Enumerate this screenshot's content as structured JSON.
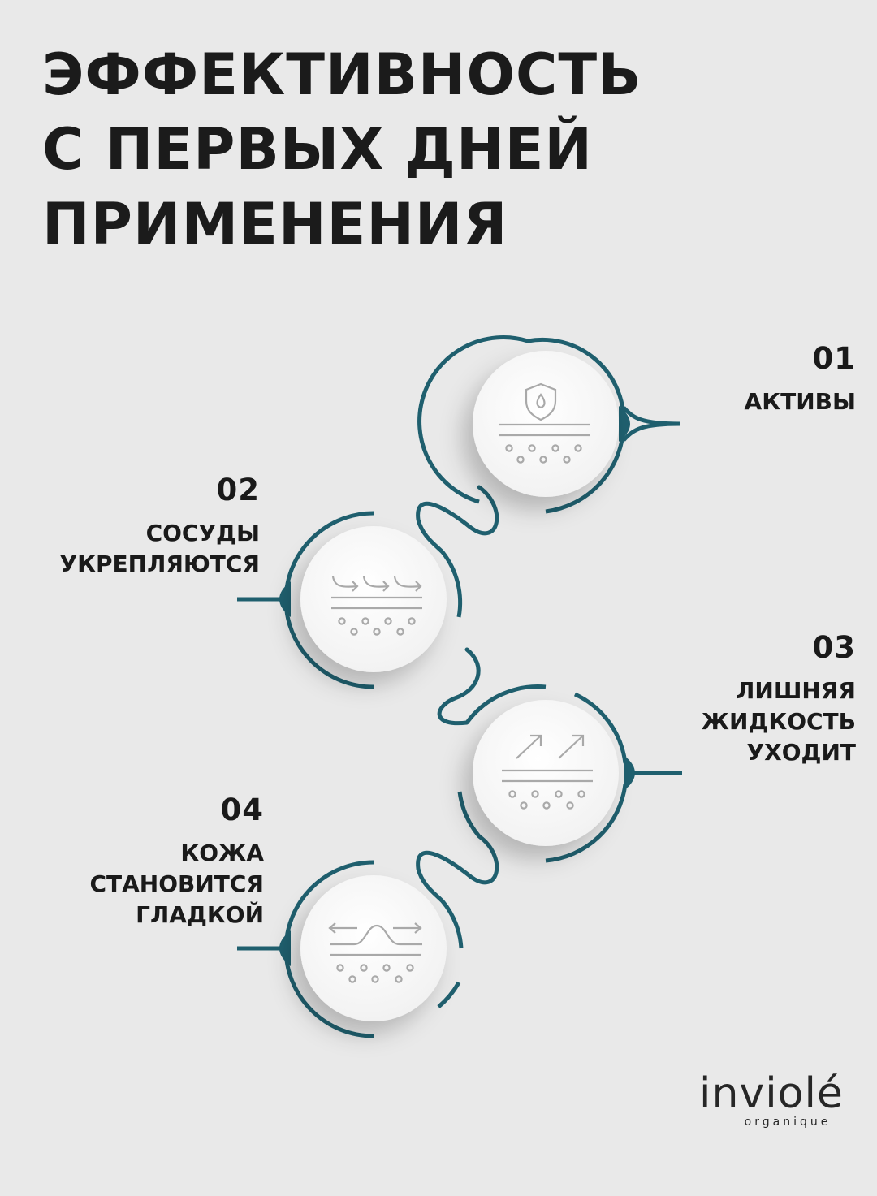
{
  "title": {
    "line1": "ЭФФЕКТИВНОСТЬ",
    "line2": "С ПЕРВЫХ ДНЕЙ",
    "line3": "ПРИМЕНЕНИЯ"
  },
  "steps": [
    {
      "number": "01",
      "label_lines": [
        "АКТИВЫ"
      ],
      "icon": "shield-drop-icon"
    },
    {
      "number": "02",
      "label_lines": [
        "СОСУДЫ",
        "УКРЕПЛЯЮТСЯ"
      ],
      "icon": "flow-arrows-icon"
    },
    {
      "number": "03",
      "label_lines": [
        "ЛИШНЯЯ",
        "ЖИДКОСТЬ",
        "УХОДИТ"
      ],
      "icon": "outflow-arrows-icon"
    },
    {
      "number": "04",
      "label_lines": [
        "КОЖА",
        "СТАНОВИТСЯ",
        "ГЛАДКОЙ"
      ],
      "icon": "smooth-skin-icon"
    }
  ],
  "brand": {
    "name": "inviolé",
    "tagline": "organique"
  },
  "colors": {
    "background": "#e9e9e9",
    "accent_teal": "#1f5f6e",
    "icon_gray": "#a9a9a9",
    "text": "#1a1a1a"
  }
}
